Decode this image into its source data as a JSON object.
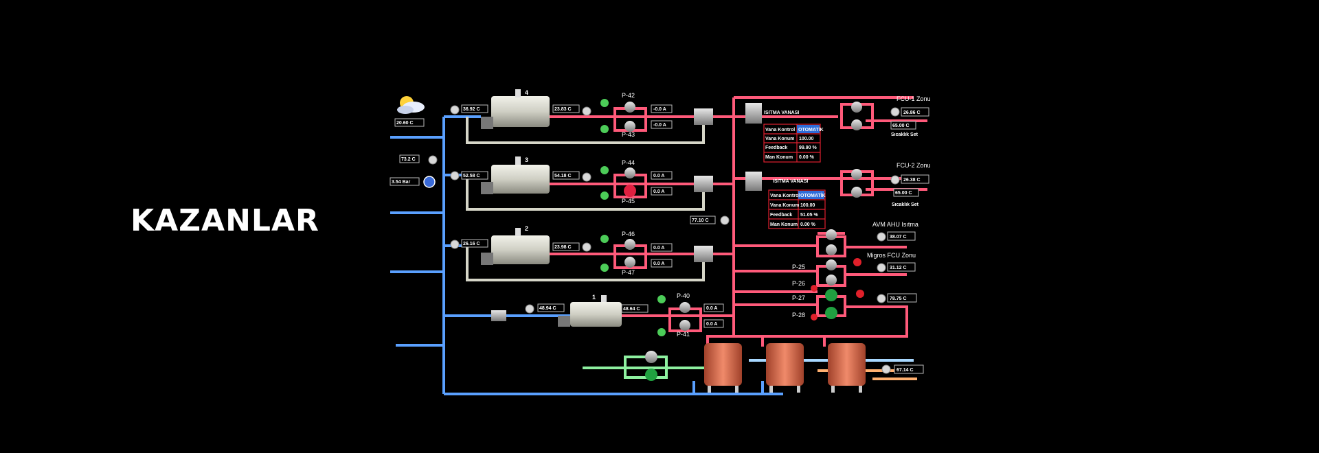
{
  "title": "KAZANLAR",
  "weather": {
    "temp": "20.60 C"
  },
  "left_readings": {
    "temp": "73.2 C",
    "pressure": "3.54 Bar"
  },
  "boilers": [
    {
      "num": "4",
      "in_temp": "36.92 C",
      "out_temp": "23.83 C",
      "pump_top": "P-42",
      "pump_bottom": "P-43",
      "amp_top": "-0.0 A",
      "amp_bottom": "-0.0 A"
    },
    {
      "num": "3",
      "in_temp": "52.58 C",
      "out_temp": "54.18 C",
      "pump_top": "P-44",
      "pump_bottom": "P-45",
      "amp_top": "0.0 A",
      "amp_bottom": "0.0 A"
    },
    {
      "num": "2",
      "in_temp": "26.16 C",
      "out_temp": "23.98 C",
      "pump_top": "P-46",
      "pump_bottom": "P-47",
      "amp_top": "0.0 A",
      "amp_bottom": "0.0 A"
    },
    {
      "num": "1",
      "in_temp": "48.94 C",
      "out_temp": "48.64 C",
      "pump_top": "P-40",
      "pump_bottom": "P-41",
      "amp_top": "0.0 A",
      "amp_bottom": "0.0 A"
    }
  ],
  "header_temp": "77.10 C",
  "valves": [
    {
      "title": "ISITMA VANASI",
      "rows": [
        {
          "label": "Vana Kontrol",
          "value": "OTOMATİK"
        },
        {
          "label": "Vana Konum",
          "value": "100.00"
        },
        {
          "label": "Feedback",
          "value": "99.90 %"
        },
        {
          "label": "Man Konum",
          "value": "0.00 %"
        }
      ]
    },
    {
      "title": "ISITMA VANASI",
      "rows": [
        {
          "label": "Vana Kontrol",
          "value": "OTOMATİK"
        },
        {
          "label": "Vana Konum",
          "value": "100.00"
        },
        {
          "label": "Feedback",
          "value": "51.05 %"
        },
        {
          "label": "Man Konum",
          "value": "0.00 %"
        }
      ]
    }
  ],
  "zones": [
    {
      "name": "FCU-1 Zonu",
      "temp": "26.86 C",
      "set": "65.00 C",
      "set_label": "Sıcaklık Set"
    },
    {
      "name": "FCU-2 Zonu",
      "temp": "26.38 C",
      "set": "65.00 C",
      "set_label": "Sıcaklık Set"
    },
    {
      "name": "AVM AHU Isıtma",
      "temp": "38.07 C"
    },
    {
      "name": "Migros FCU Zonu",
      "temp": "31.12 C"
    }
  ],
  "right_pumps": [
    "P-25",
    "P-26",
    "P-27",
    "P-28"
  ],
  "return_temp": "78.75 C",
  "tank_temp": "67.14 C"
}
